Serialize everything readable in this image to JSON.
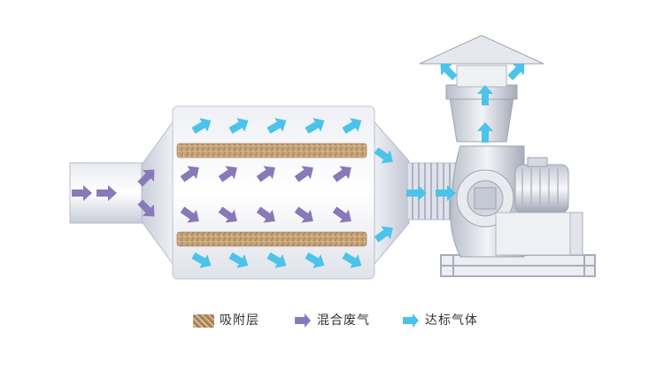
{
  "legend": {
    "items": [
      {
        "key": "adsorption-layer",
        "label": "吸附层",
        "color": "#c9a77c"
      },
      {
        "key": "mixed-exhaust",
        "label": "混合废气",
        "color": "#8a79b8"
      },
      {
        "key": "compliant-gas",
        "label": "达标气体",
        "color": "#4cc3ea"
      }
    ]
  },
  "colors": {
    "duct": "#d9dce6",
    "duct_dark": "#b7bccb",
    "adsorption_layer": "#c9a77c",
    "mixed_exhaust": "#8a79b8",
    "compliant_gas": "#4cc3ea",
    "metal": "#a9aebb"
  }
}
